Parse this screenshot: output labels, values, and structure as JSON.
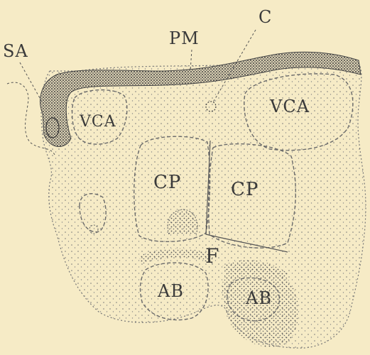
{
  "figure": {
    "background_color": "#f6ebc6",
    "stipple_color": "#5a5a5a",
    "labels": {
      "sa": "SA",
      "pm": "PM",
      "c": "C",
      "vca_left": "VCA",
      "vca_right": "VCA",
      "cp_left": "CP",
      "cp_right": "CP",
      "f": "F",
      "ab_left": "AB",
      "ab_right": "AB"
    }
  }
}
